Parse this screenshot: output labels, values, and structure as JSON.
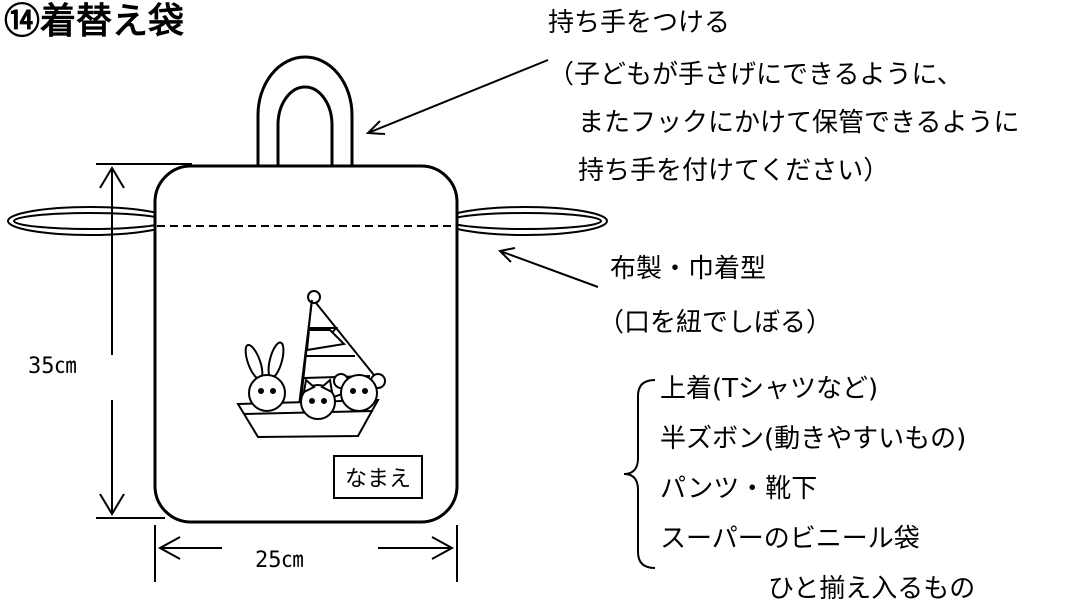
{
  "title": "⑭着替え袋",
  "handle_note": {
    "heading": "持ち手をつける",
    "lines": [
      "（子どもが手さげにできるように、",
      "またフックにかけて保管できるように",
      "持ち手を付けてください）"
    ]
  },
  "material_note": {
    "line1": "布製・巾着型",
    "line2": "（口を紐でしぼる）"
  },
  "contents": {
    "items": [
      "上着(Tシャツなど)",
      "半ズボン(動きやすいもの)",
      "パンツ・靴下",
      "スーパーのビニール袋"
    ],
    "footer": "ひと揃え入るもの"
  },
  "dimensions": {
    "height": "35㎝",
    "width": "25㎝"
  },
  "name_tag": "なまえ"
}
